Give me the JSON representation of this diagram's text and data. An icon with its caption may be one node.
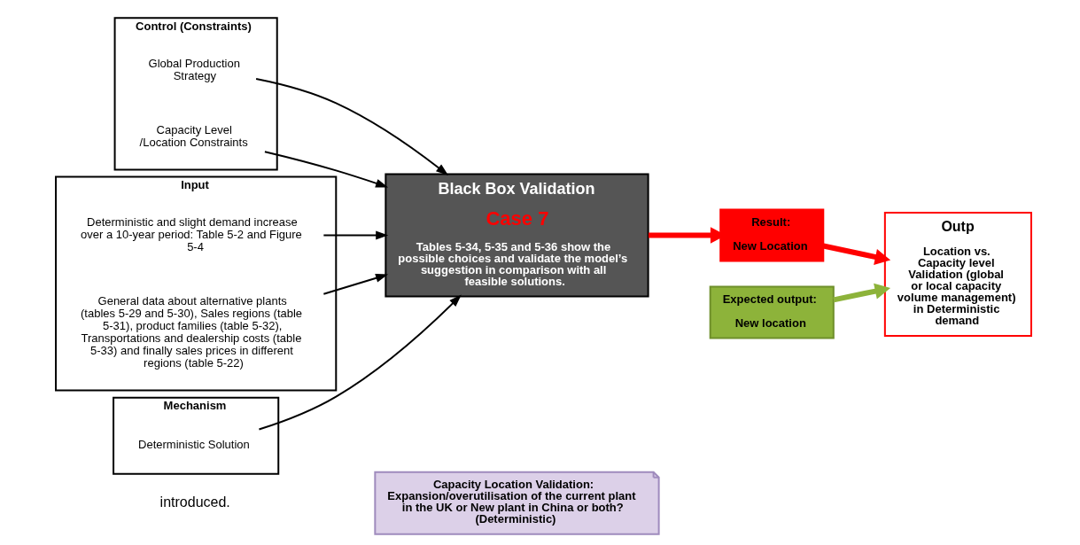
{
  "diagram": {
    "nodes": [
      {
        "text": [
          "Capacity Location Validation: Expansion/overutilisation of the current plant in the UK or New plant in China or both? (Deterministic)"
        ]
      },
      {
        "text": [
          "Control (Constraints)"
        ]
      },
      {
        "text": [
          "Global Production Strategy"
        ],
        "in": 1
      },
      {
        "text": [
          "Capacity Level /Location Constraints"
        ],
        "in": 1
      },
      {
        "text": [
          "Expected output:",
          "New location"
        ]
      },
      {
        "text": [
          "Input"
        ]
      },
      {
        "text": [
          "Deterministic and slight demand increase over a 10-year period: Table 5-2 and Figure 5-4"
        ],
        "in": 5
      },
      {
        "text": [
          "General data about alternative plants (tables 5-29 and 5-30), Sales regions (table 5-31), product families (table 5-32), Transportations and dealership costs (table 5-33) and finally sales prices in different regions (table 5-22)"
        ],
        "in": 5
      },
      {
        "text": [
          "Black Box Validation",
          "Case 7",
          "Tables 5-34, 5-35 and 5-36 show the possible choices and validate the model’s suggestion in comparison with all  feasible solutions."
        ]
      },
      {
        "text": [
          "Result:",
          "New Location"
        ]
      },
      {
        "text": [
          "Outp",
          "Location vs. Capacity level Validation (global or local capacity volume management) in Deterministic demand"
        ]
      },
      {
        "text": [
          "Mechanism"
        ]
      },
      {
        "text": [
          "Deterministic Solution"
        ],
        "in": 11
      }
    ],
    "edges": [
      {
        "from": 2,
        "to": 8,
        "arrow": "to"
      },
      {
        "from": 3,
        "to": 8,
        "arrow": "to"
      },
      {
        "from": 6,
        "to": 8,
        "arrow": "to"
      },
      {
        "from": 7,
        "to": 8,
        "arrow": "to"
      },
      {
        "from": 12,
        "to": 8,
        "arrow": "to"
      },
      {
        "from": 8,
        "to": 9,
        "arrow": "to",
        "style": "thick",
        "color": "#ff0000"
      },
      {
        "from": 9,
        "to": 10,
        "arrow": "to",
        "style": "thick",
        "color": "#ff0000"
      },
      {
        "from": 4,
        "to": 10,
        "arrow": "to",
        "style": "thick",
        "color": "#8db33a"
      }
    ],
    "labels": [
      "introduced."
    ]
  }
}
